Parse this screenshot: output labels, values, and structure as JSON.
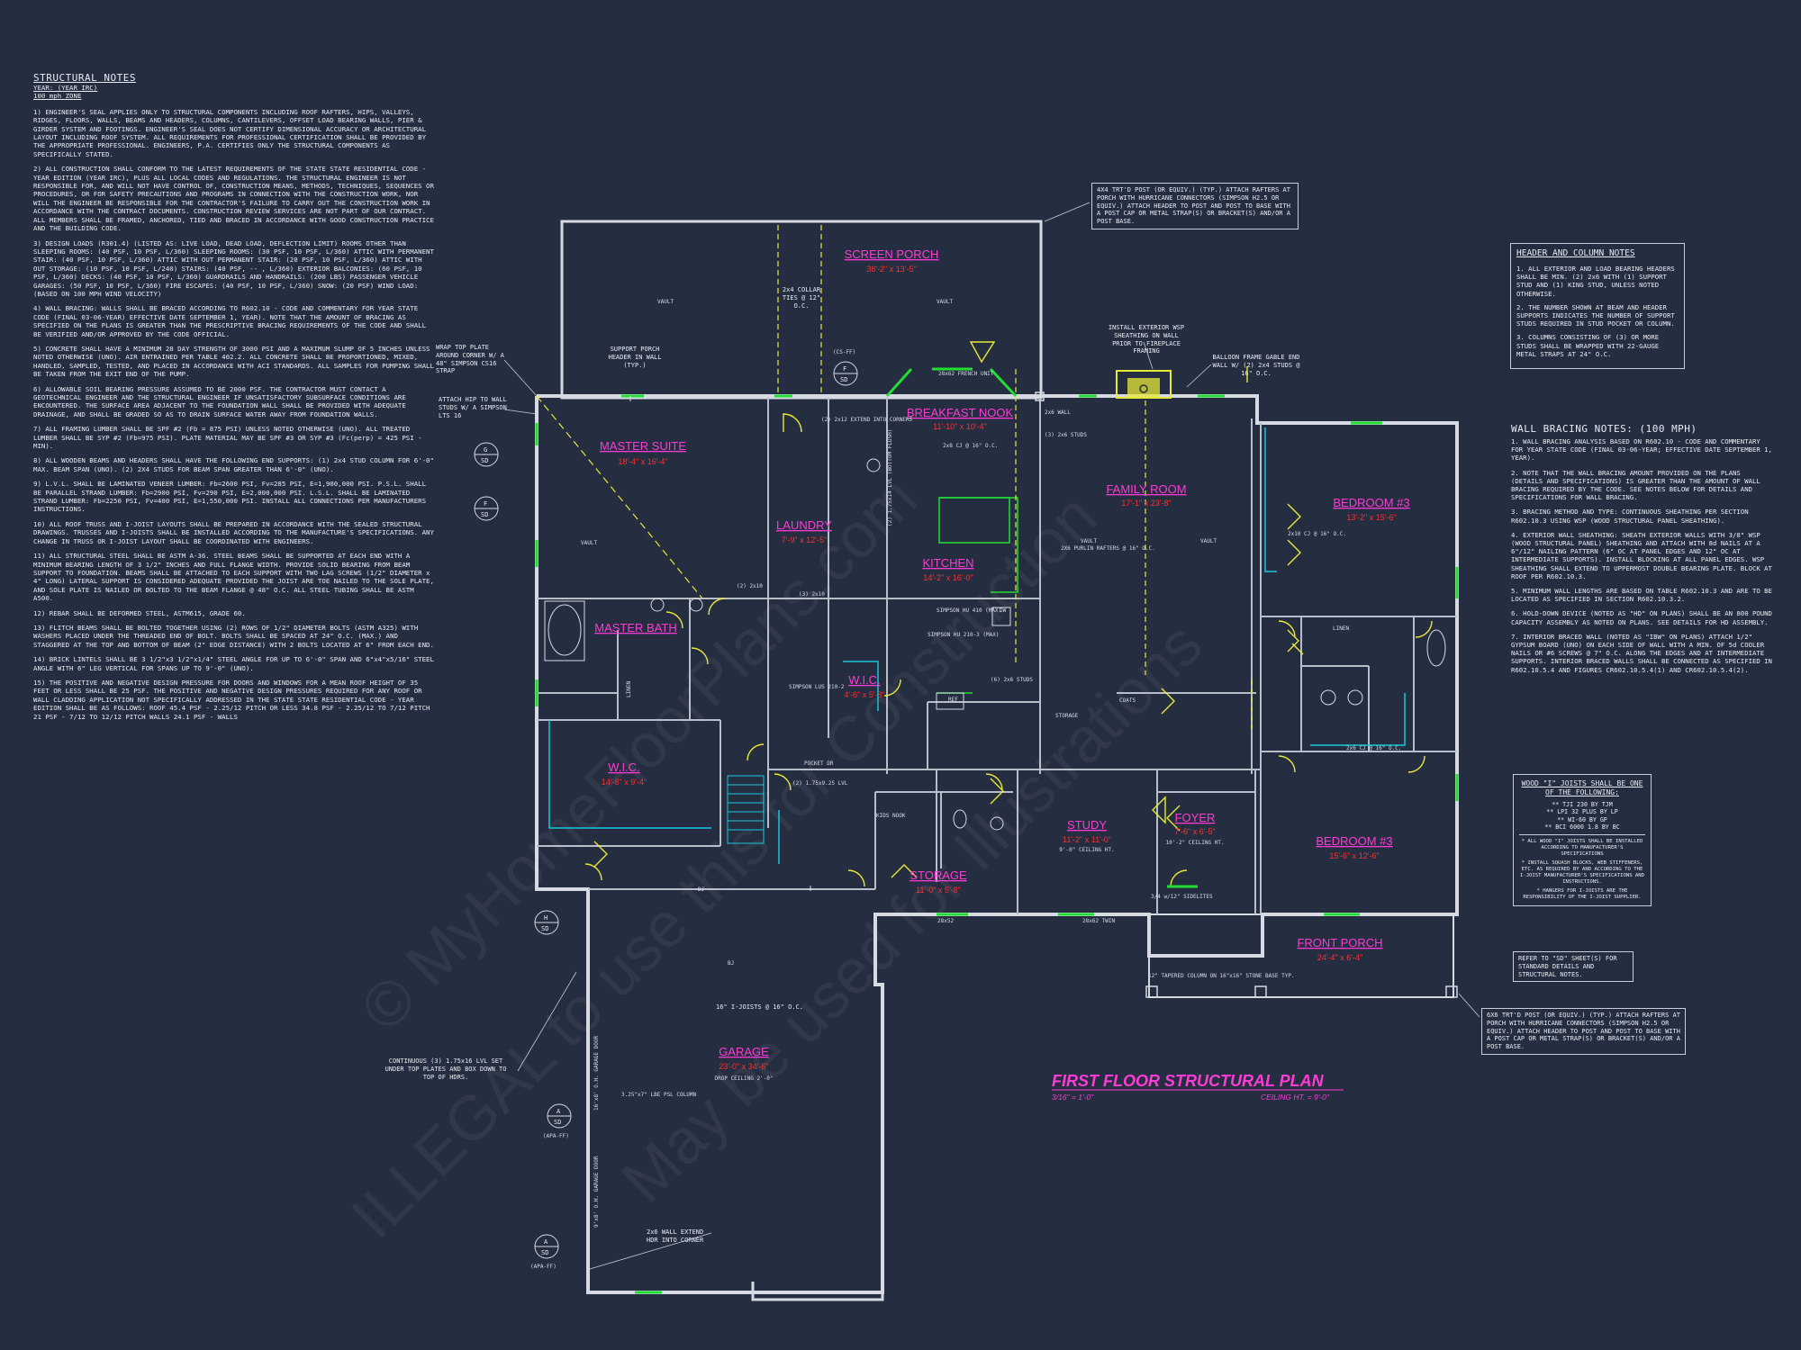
{
  "notes": {
    "title": "STRUCTURAL NOTES",
    "year": "YEAR: (YEAR IRC)",
    "wind": "100 mph ZONE",
    "paragraphs": [
      "1) ENGINEER'S SEAL APPLIES ONLY TO STRUCTURAL COMPONENTS INCLUDING ROOF RAFTERS, HIPS, VALLEYS, RIDGES, FLOORS, WALLS, BEAMS AND HEADERS, COLUMNS, CANTILEVERS, OFFSET LOAD BEARING WALLS, PIER & GIRDER SYSTEM AND FOOTINGS. ENGINEER'S SEAL DOES NOT CERTIFY DIMENSIONAL ACCURACY OR ARCHITECTURAL LAYOUT INCLUDING ROOF SYSTEM. ALL REQUIREMENTS FOR PROFESSIONAL CERTIFICATION SHALL BE PROVIDED BY THE APPROPRIATE PROFESSIONAL. ENGINEERS, P.A. CERTIFIES ONLY THE STRUCTURAL COMPONENTS AS SPECIFICALLY STATED.",
      "2) ALL CONSTRUCTION SHALL CONFORM TO THE LATEST REQUIREMENTS OF THE STATE STATE RESIDENTIAL CODE - YEAR EDITION (YEAR IRC), PLUS ALL LOCAL CODES AND REGULATIONS. THE STRUCTURAL ENGINEER IS NOT RESPONSIBLE FOR, AND WILL NOT HAVE CONTROL OF, CONSTRUCTION MEANS, METHODS, TECHNIQUES, SEQUENCES OR PROCEDURES, OR FOR SAFETY PRECAUTIONS AND PROGRAMS IN CONNECTION WITH THE CONSTRUCTION WORK, NOR WILL THE ENGINEER BE RESPONSIBLE FOR THE CONTRACTOR'S FAILURE TO CARRY OUT THE CONSTRUCTION WORK IN ACCORDANCE WITH THE CONTRACT DOCUMENTS. CONSTRUCTION REVIEW SERVICES ARE NOT PART OF OUR CONTRACT. ALL MEMBERS SHALL BE FRAMED, ANCHORED, TIED AND BRACED IN ACCORDANCE WITH GOOD CONSTRUCTION PRACTICE AND THE BUILDING CODE.",
      "3) DESIGN LOADS (R301.4) (LISTED AS: LIVE LOAD, DEAD LOAD, DEFLECTION LIMIT) ROOMS OTHER THAN SLEEPING ROOMS: (40 PSF, 10 PSF, L/360) SLEEPING ROOMS: (30 PSF, 10 PSF, L/360) ATTIC WITH PERMANENT STAIR: (40 PSF, 10 PSF, L/360) ATTIC WITH OUT PERMANENT STAIR: (20 PSF, 10 PSF, L/360) ATTIC WITH OUT STORAGE: (10 PSF, 10 PSF, L/240) STAIRS: (40 PSF, -- , L/360) EXTERIOR BALCONIES: (60 PSF, 10 PSF, L/360) DECKS: (40 PSF, 10 PSF, L/360) GUARDRAILS AND HANDRAILS: (200 LBS) PASSENGER VEHICLE GARAGES: (50 PSF, 10 PSF, L/360) FIRE ESCAPES: (40 PSF, 10 PSF, L/360) SNOW: (20 PSF) WIND LOAD: (BASED ON 100 MPH WIND VELOCITY)",
      "4) WALL BRACING: WALLS SHALL BE BRACED ACCORDING TO R602.10 - CODE AND COMMENTARY FOR YEAR STATE CODE (FINAL 03-06-YEAR) EFFECTIVE DATE SEPTEMBER 1, YEAR). NOTE THAT THE AMOUNT OF BRACING AS SPECIFIED ON THE PLANS IS GREATER THAN THE PRESCRIPTIVE BRACING REQUIREMENTS OF THE CODE AND SHALL BE VERIFIED AND/OR APPROVED BY THE CODE OFFICIAL.",
      "5) CONCRETE SHALL HAVE A MINIMUM 28 DAY STRENGTH OF 3000 PSI AND A MAXIMUM SLUMP OF 5 INCHES UNLESS NOTED OTHERWISE (UNO). AIR ENTRAINED PER TABLE 402.2. ALL CONCRETE SHALL BE PROPORTIONED, MIXED, HANDLED, SAMPLED, TESTED, AND PLACED IN ACCORDANCE WITH ACI STANDARDS. ALL SAMPLES FOR PUMPING SHALL BE TAKEN FROM THE EXIT END OF THE PUMP.",
      "6) ALLOWABLE SOIL BEARING PRESSURE ASSUMED TO BE 2000 PSF. THE CONTRACTOR MUST CONTACT A GEOTECHNICAL ENGINEER AND THE STRUCTURAL ENGINEER IF UNSATISFACTORY SUBSURFACE CONDITIONS ARE ENCOUNTERED. THE SURFACE AREA ADJACENT TO THE FOUNDATION WALL SHALL BE PROVIDED WITH ADEQUATE DRAINAGE, AND SHALL BE GRADED SO AS TO DRAIN SURFACE WATER AWAY FROM FOUNDATION WALLS.",
      "7) ALL FRAMING LUMBER SHALL BE SPF #2 (Fb = 875 PSI) UNLESS NOTED OTHERWISE (UNO). ALL TREATED LUMBER SHALL BE SYP #2 (Fb=975 PSI). PLATE MATERIAL MAY BE SPF #3 OR SYP #3 (Fc(perp) = 425 PSI - MIN).",
      "8) ALL WOODEN BEAMS AND HEADERS SHALL HAVE THE FOLLOWING END SUPPORTS: (1) 2x4 STUD COLUMN FOR 6'-0\" MAX. BEAM SPAN (UNO). (2) 2X4 STUDS FOR BEAM SPAN GREATER THAN 6'-0\" (UNO).",
      "9) L.V.L. SHALL BE LAMINATED VENEER LUMBER: Fb=2600 PSI, Fv=285 PSI, E=1,900,000 PSI. P.S.L. SHALL BE PARALLEL STRAND LUMBER: Fb=2900 PSI, Fv=290 PSI, E=2,000,000 PSI. L.S.L. SHALL BE LAMINATED STRAND LUMBER: Fb=2250 PSI, Fv=400 PSI, E=1,550,000 PSI. INSTALL ALL CONNECTIONS PER MANUFACTURERS INSTRUCTIONS.",
      "10) ALL ROOF TRUSS AND I-JOIST LAYOUTS SHALL BE PREPARED IN ACCORDANCE WITH THE SEALED STRUCTURAL DRAWINGS. TRUSSES AND I-JOISTS SHALL BE INSTALLED ACCORDING TO THE MANUFACTURE'S SPECIFICATIONS. ANY CHANGE IN TRUSS OR I-JOIST LAYOUT SHALL BE COORDINATED WITH ENGINEERS.",
      "11) ALL STRUCTURAL STEEL SHALL BE ASTM A-36. STEEL BEAMS SHALL BE SUPPORTED AT EACH END WITH A MINIMUM BEARING LENGTH OF 3 1/2\" INCHES AND FULL FLANGE WIDTH. PROVIDE SOLID BEARING FROM BEAM SUPPORT TO FOUNDATION. BEAMS SHALL BE ATTACHED TO EACH SUPPORT WITH TWO LAG SCREWS (1/2\" DIAMETER x 4\" LONG) LATERAL SUPPORT IS CONSIDERED ADEQUATE PROVIDED THE JOIST ARE TOE NAILED TO THE SOLE PLATE, AND SOLE PLATE IS NAILED OR BOLTED TO THE BEAM FLANGE @ 48\" O.C. ALL STEEL TUBING SHALL BE ASTM A500.",
      "12) REBAR SHALL BE DEFORMED STEEL, ASTM615, GRADE 60.",
      "13) FLITCH BEAMS SHALL BE BOLTED TOGETHER USING (2) ROWS OF 1/2\" DIAMETER BOLTS (ASTM A325) WITH WASHERS PLACED UNDER THE THREADED END OF BOLT. BOLTS SHALL BE SPACED AT 24\" O.C. (MAX.) AND STAGGERED AT THE TOP AND BOTTOM OF BEAM (2\" EDGE DISTANCE) WITH 2 BOLTS LOCATED AT 6\" FROM EACH END.",
      "14) BRICK LINTELS SHALL BE 3 1/2\"x3 1/2\"x1/4\" STEEL ANGLE FOR UP TO 6'-0\" SPAN AND 6\"x4\"x5/16\" STEEL ANGLE WITH 6\" LEG VERTICAL FOR SPANS UP TO 9'-0\" (UNO).",
      "15) THE POSITIVE AND NEGATIVE DESIGN PRESSURE FOR DOORS AND WINDOWS FOR A MEAN ROOF HEIGHT OF 35 FEET OR LESS SHALL BE 25 PSF. THE POSITIVE AND NEGATIVE DESIGN PRESSURES REQUIRED FOR ANY ROOF OR WALL CLADDING APPLICATION NOT SPECIFICALLY ADDRESSED IN THE STATE STATE RESIDENTIAL CODE - YEAR EDITION SHALL BE AS FOLLOWS: ROOF 45.4 PSF - 2.25/12 PITCH OR LESS 34.8 PSF - 2.25/12 TO 7/12 PITCH 21 PSF - 7/12 TO 12/12 PITCH WALLS 24.1 PSF - WALLS"
    ]
  },
  "header_column_notes": {
    "title": "HEADER AND COLUMN NOTES",
    "items": [
      "1. ALL EXTERIOR AND LOAD BEARING HEADERS SHALL BE MIN. (2) 2x6 WITH (1) SUPPORT STUD AND (1) KING STUD, UNLESS NOTED OTHERWISE.",
      "2. THE NUMBER SHOWN AT BEAM AND HEADER SUPPORTS INDICATES THE NUMBER OF SUPPORT STUDS REQUIRED IN STUD POCKET OR COLUMN.",
      "3. COLUMNS CONSISTING OF (3) OR MORE STUDS SHALL BE WRAPPED WITH 22-GAUGE METAL STRAPS AT 24\" O.C."
    ]
  },
  "wall_bracing_notes": {
    "title": "WALL BRACING NOTES: (100 MPH)",
    "items": [
      "1. WALL BRACING ANALYSIS BASED ON R602.10 - CODE AND COMMENTARY FOR YEAR STATE CODE (FINAL 03-06-YEAR; EFFECTIVE DATE SEPTEMBER 1, YEAR).",
      "2. NOTE THAT THE WALL BRACING AMOUNT PROVIDED ON THE PLANS (DETAILS AND SPECIFICATIONS) IS GREATER THAN THE AMOUNT OF WALL BRACING REQUIRED BY THE CODE. SEE NOTES BELOW FOR DETAILS AND SPECIFICATIONS FOR WALL BRACING.",
      "3. BRACING METHOD AND TYPE: CONTINUOUS SHEATHING PER SECTION R602.10.3 USING WSP (WOOD STRUCTURAL PANEL SHEATHING).",
      "4. EXTERIOR WALL SHEATHING: SHEATH EXTERIOR WALLS WITH 3/8\" WSP (WOOD STRUCTURAL PANEL) SHEATHING AND ATTACH WITH 8d NAILS AT A 6\"/12\" NAILING PATTERN (6\" OC AT PANEL EDGES AND 12\" OC AT INTERMEDIATE SUPPORTS). INSTALL BLOCKING AT ALL PANEL EDGES. WSP SHEATHING SHALL EXTEND TO UPPERMOST DOUBLE BEARING PLATE. BLOCK AT ROOF PER R602.10.3.",
      "5. MINIMUM WALL LENGTHS ARE BASED ON TABLE R602.10.3 AND ARE TO BE LOCATED AS SPECIFIED IN SECTION R602.10.3.2.",
      "6. HOLD-DOWN DEVICE (NOTED AS \"HD\" ON PLANS) SHALL BE AN 800 POUND CAPACITY ASSEMBLY AS NOTED ON PLANS. SEE DETAILS FOR HD ASSEMBLY.",
      "7. INTERIOR BRACED WALL (NOTED AS \"IBW\" ON PLANS) ATTACH 1/2\" GYPSUM BOARD (UNO) ON EACH SIDE OF WALL WITH A MIN. OF 5d COOLER NAILS OR #6 SCREWS @ 7\" O.C. ALONG THE EDGES AND AT INTERMEDIATE SUPPORTS. INTERIOR BRACED WALLS SHALL BE CONNECTED AS SPECIFIED IN R602.10.5.4 AND FIGURES CR602.10.5.4(1) AND CR602.10.5.4(2)."
    ]
  },
  "joist_box": {
    "title": "WOOD \"I\" JOISTS SHALL BE ONE OF THE FOLLOWING:",
    "options": [
      "** TJI 230 BY TJM",
      "** LPI 32 PLUS BY LP",
      "** WI-60 BY GP",
      "** BCI 6000 1.8 BY BC"
    ],
    "notes": [
      "* ALL WOOD \"I\" JOISTS SHALL BE INSTALLED ACCORDING TO MANUFACTURER'S SPECIFICATIONS",
      "* INSTALL SQUASH BLOCKS, WEB STIFFENERS, ETC. AS REQUIRED BY AND ACCORDING TO THE I-JOIST MANUFACTURER'S SPECIFICATIONS AND INSTRUCTIONS.",
      "* HANGERS FOR I-JOISTS ARE THE RESPONSIBILITY OF THE I-JOIST SUPPLIER."
    ]
  },
  "refer_note": "REFER TO \"SD\" SHEET(S) FOR STANDARD DETAILS AND STRUCTURAL NOTES.",
  "callouts": {
    "post_top": "4X4 TRT'D POST (OR EQUIV.) (TYP.) ATTACH RAFTERS AT PORCH WITH HURRICANE CONNECTORS (SIMPSON H2.5 OR EQUIV.) ATTACH HEADER TO POST AND POST TO BASE WITH A POST CAP OR METAL STRAP(S) OR BRACKET(S) AND/OR A POST BASE.",
    "post_bottom": "6X6 TRT'D POST (OR EQUIV.) (TYP.) ATTACH RAFTERS AT PORCH WITH HURRICANE CONNECTORS (SIMPSON H2.5 OR EQUIV.) ATTACH HEADER TO POST AND POST TO BASE WITH A POST CAP OR METAL STRAP(S) OR BRACKET(S) AND/OR A POST BASE.",
    "wrap_top": "WRAP TOP PLATE AROUND CORNER W/ A 48\" SIMPSON CS16 STRAP",
    "attach_hip": "ATTACH HIP TO WALL STUDS W/ A SIMPSON LTS 16",
    "support_porch": "SUPPORT PORCH HEADER IN WALL (TYP.)",
    "install_ext": "INSTALL EXTERIOR WSP SHEATHING ON WALL PRIOR TO FIREPLACE FRAMING",
    "balloon": "BALLOON FRAME GABLE END WALL W/ (2) 2x4 STUDS @ 16\" O.C.",
    "continuous": "CONTINUOUS (3) 1.75x16 LVL SET UNDER TOP PLATES AND BOX DOWN TO TOP OF HDRS.",
    "extend_hdr": "2x6 WALL EXTEND HDR INTO CORNER",
    "tapered": "12\" TAPERED COLUMN ON 16\"x16\" STONE BASE TYP.",
    "collar": "2x4 COLLAR TIES @ 12\" O.C.",
    "rafters": "2X6 PURLIN RAFTERS @ 16\" O.C.",
    "ijoists": "16\" I-JOISTS @ 16\" O.C.",
    "column": "3.25\"x7\" LBE PSL COLUMN"
  },
  "rooms": [
    {
      "name": "SCREEN PORCH",
      "dim": "38'-2\" x 13'-5\""
    },
    {
      "name": "MASTER SUITE",
      "dim": "18'-4\" x 16'-4\""
    },
    {
      "name": "BREAKFAST NOOK",
      "dim": "11'-10\" x 10'-4\""
    },
    {
      "name": "FAMILY ROOM",
      "dim": "17'-1\" x 23'-8\""
    },
    {
      "name": "BEDROOM #3",
      "dim": "13'-2\" x 15'-6\""
    },
    {
      "name": "LAUNDRY",
      "dim": "7'-9\" x 12'-5\""
    },
    {
      "name": "KITCHEN",
      "dim": "14'-2\" x 16'-0\""
    },
    {
      "name": "MASTER BATH",
      "dim": ""
    },
    {
      "name": "W.I.C.",
      "dim": "4'-6\" x 5'-8\""
    },
    {
      "name": "W.I.C.",
      "dim": "14'-8\" x 9'-4\""
    },
    {
      "name": "STUDY",
      "dim": "11'-2\" x 11'-0\""
    },
    {
      "name": "FOYER",
      "dim": "7'-6\" x 6'-5\""
    },
    {
      "name": "BEDROOM #3",
      "dim": "15'-6\" x 12'-6\""
    },
    {
      "name": "STORAGE",
      "dim": "11'-0\" x 5'-8\""
    },
    {
      "name": "FRONT PORCH",
      "dim": "24'-4\" x 6'-4\""
    },
    {
      "name": "GARAGE",
      "dim": "23'-0\" x 34'-6\""
    }
  ],
  "room_notes": {
    "study": "9'-0\" CEILING HT.",
    "foyer": "10'-2\" CEILING HT.",
    "garage": "DROP CEILING 2'-0\""
  },
  "plan_labels": [
    "VAULT",
    "VAULT",
    "VAULT",
    "VAULT",
    "VAULT",
    "LINEN",
    "LINEN",
    "STORAGE",
    "COATS",
    "REF",
    "DW",
    "KIDS NOOK",
    "28x62 FRENCH UNIT",
    "28x62 TWIN",
    "28x52",
    "16'x8' O.H. GARAGE DOOR",
    "9'x8' O.H. GARAGE DOOR",
    "2x6 WALL",
    "(3) 2x6 STUDS",
    "(6) 2x6 STUDS",
    "SIMPSON HU 410 (MAX)",
    "SIMPSON HU 210-3 (MAX)",
    "SIMPSON LUS 210-2",
    "(2) 2x10",
    "(3) 2x10",
    "2x8 CJ @ 16\" O.C.",
    "2x10 CJ @ 16\" O.C.",
    "2x6 CJ @ 16\" O.C.",
    "(2) 1.75x9.25 LVL",
    "(2) 1.75x14 LVL (BOTTOM FLUSH)",
    "BJ",
    "DJ",
    "(2) 2x12 EXTEND INTO CORNERS",
    "POCKET DR",
    "3/4 w/12\" SIDELITES",
    "(CS-FF)"
  ],
  "detail_tags": [
    {
      "top": "G",
      "bottom": "SD"
    },
    {
      "top": "F",
      "bottom": "SD"
    },
    {
      "top": "F",
      "bottom": "SD"
    },
    {
      "top": "H",
      "bottom": "SD"
    },
    {
      "top": "A",
      "bottom": "SD"
    },
    {
      "top": "A",
      "bottom": "SD"
    }
  ],
  "detail_sub": [
    "(APA-FF)",
    "(APA-FF)"
  ],
  "plan_title": "FIRST FLOOR STRUCTURAL PLAN",
  "scale": "3/16\" = 1'-0\"",
  "ceiling": "CEILING HT. = 9'-0\"",
  "watermarks": [
    "© MyHomeFloorPlans.com",
    "ILLEGAL to use this for Construction",
    "May be used for Illustrations"
  ],
  "colors": {
    "background": "#252d40",
    "walls": "#d6dae2",
    "room_name": "#ff3bd5",
    "room_dim": "#ff3030",
    "window": "#22dd33",
    "door": "#e8e837",
    "cyan": "#16c8d8",
    "annotation": "#e8ecf4"
  }
}
